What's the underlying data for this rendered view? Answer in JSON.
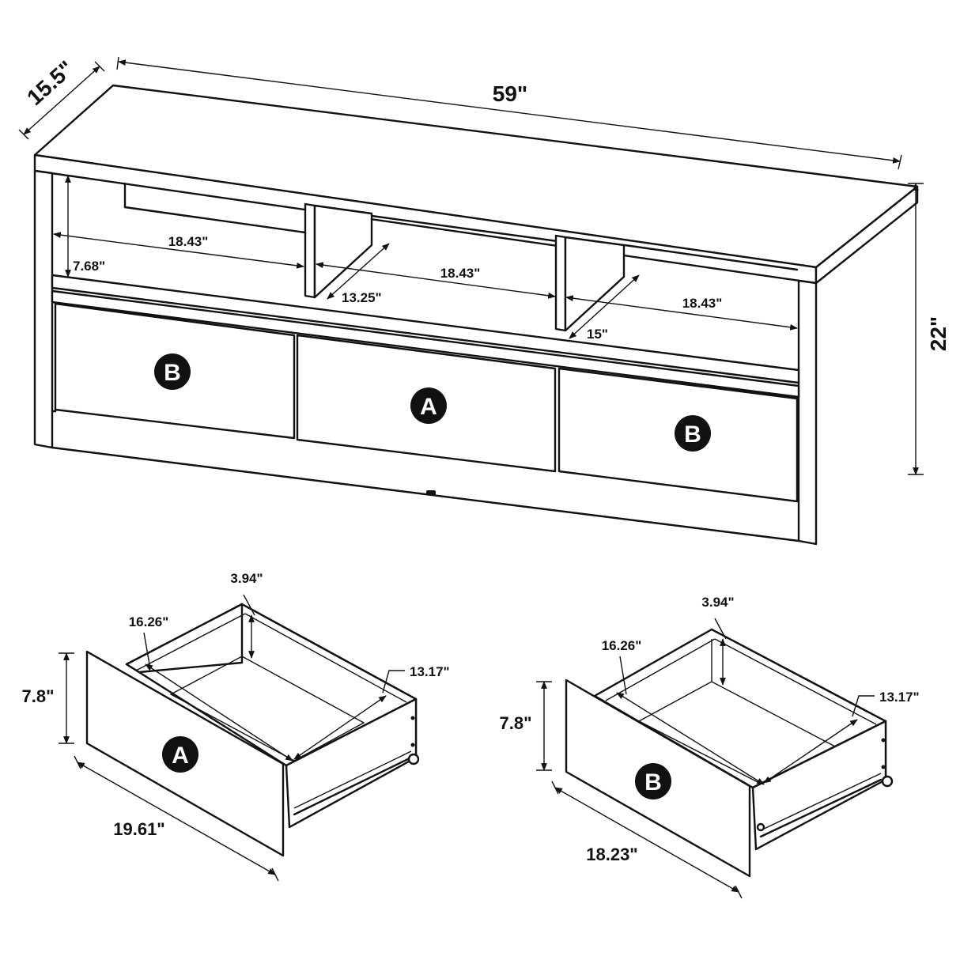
{
  "dimensions": {
    "depth": "15.5\"",
    "width": "59\"",
    "height": "22\"",
    "shelf_height": "7.68\"",
    "left_shelf_width": "18.43\"",
    "center_shelf_width": "18.43\"",
    "right_shelf_width": "18.43\"",
    "center_shelf_depth": "13.25\"",
    "right_shelf_depth": "15\""
  },
  "drawer_a": {
    "badge": "A",
    "height": "7.8\"",
    "inner_depth": "3.94\"",
    "inner_width": "16.26\"",
    "inner_length": "13.17\"",
    "front_width": "19.61\""
  },
  "drawer_b": {
    "badge": "B",
    "height": "7.8\"",
    "inner_depth": "3.94\"",
    "inner_width": "16.26\"",
    "inner_length": "13.17\"",
    "front_width": "18.23\""
  },
  "badges": {
    "left": "B",
    "center": "A",
    "right": "B"
  },
  "colors": {
    "line": "#111111",
    "background": "#ffffff",
    "badge_fill": "#111111",
    "badge_text": "#ffffff"
  }
}
